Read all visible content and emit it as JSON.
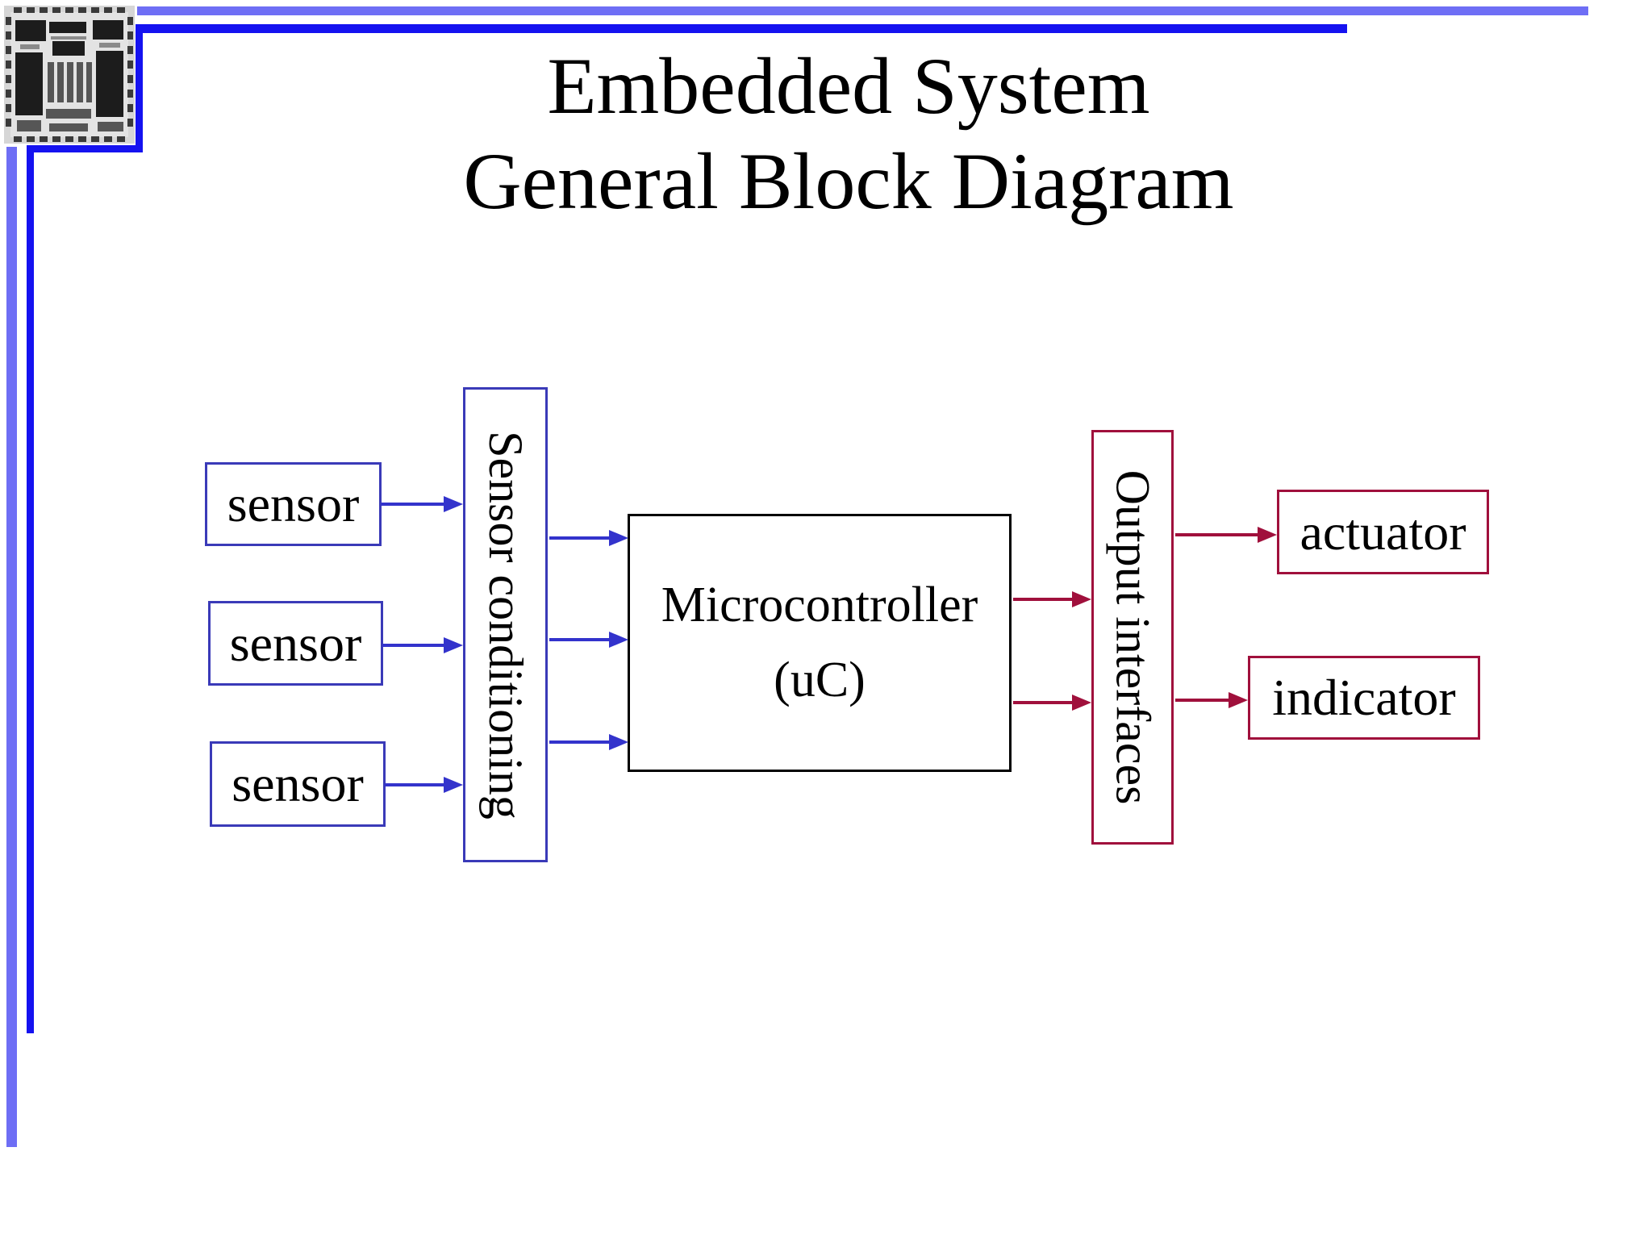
{
  "slide": {
    "title": {
      "line1": "Embedded System",
      "line2": "General Block Diagram"
    }
  },
  "diagram": {
    "sensors": [
      {
        "label": "sensor"
      },
      {
        "label": "sensor"
      },
      {
        "label": "sensor"
      }
    ],
    "sensor_conditioning": {
      "label": "Sensor conditioning"
    },
    "microcontroller": {
      "line1": "Microcontroller",
      "line2": "(uC)"
    },
    "output_interfaces": {
      "label": "Output interfaces"
    },
    "actuator": {
      "label": "actuator"
    },
    "indicator": {
      "label": "indicator"
    }
  },
  "icons": {
    "chip": "chip-die-photo"
  },
  "colors": {
    "blue_box_border": "#3a3ab8",
    "blue_arrow": "#3333cc",
    "red_accent": "#a0103c",
    "black_box_border": "#000000",
    "frame_dark_blue": "#1512f0",
    "frame_light_blue": "#6e6ef5"
  }
}
